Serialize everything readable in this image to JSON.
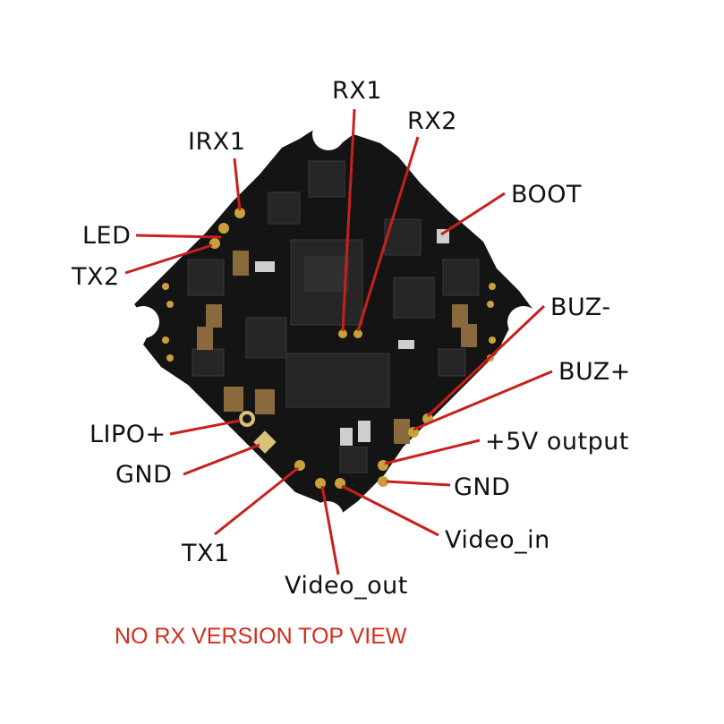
{
  "caption": "NO RX VERSION TOP VIEW",
  "colors": {
    "leader": "#c8201c",
    "caption": "#d52b1e",
    "board": "#141414",
    "pad": "#c9a03c"
  },
  "labels": {
    "rx1": "RX1",
    "rx2": "RX2",
    "irx1": "IRX1",
    "boot": "BOOT",
    "led": "LED",
    "tx2": "TX2",
    "buz_minus": "BUZ-",
    "buz_plus": "BUZ+",
    "lipo_plus": "LIPO+",
    "plus5v_output": "+5V output",
    "gnd_left": "GND",
    "gnd_right": "GND",
    "video_in": "Video_in",
    "tx1": "TX1",
    "video_out": "Video_out"
  }
}
